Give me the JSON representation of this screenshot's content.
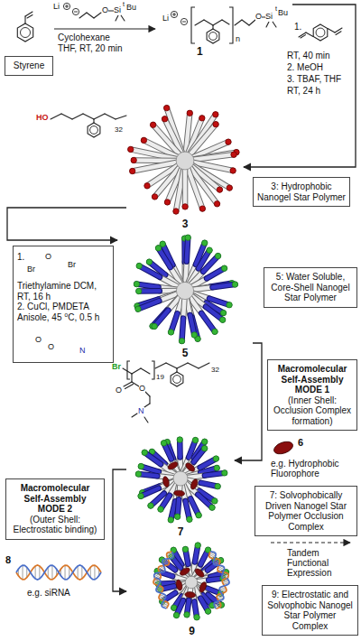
{
  "diagram": {
    "nodes": [
      {
        "text": [
          "Styrene"
        ]
      },
      {
        "text": [
          "1"
        ]
      },
      {
        "text": [
          "3"
        ]
      },
      {
        "text": [
          "3: Hydrophobic Nanogel Star Polymer"
        ]
      },
      {
        "text": [
          "1.",
          "Triethylamine DCM, RT, 16 h",
          "2. CuCl, PMDETA Anisole, 45 ⁰C, 0.5 h"
        ]
      },
      {
        "text": [
          "5"
        ]
      },
      {
        "text": [
          "5: Water Soluble, Core-Shell Nanogel Star Polymer"
        ]
      },
      {
        "text": [
          "Macromolecular Self-Assembly MODE 1",
          "(Inner Shell: Occlusion Complex formation)"
        ]
      },
      {
        "text": [
          "7"
        ]
      },
      {
        "text": [
          "7: Solvophobically Driven Nanogel Star Polymer Occlusion Complex"
        ]
      },
      {
        "text": [
          "Macromolecular Self-Assembly MODE 2",
          "(Outer Shell: Electrostatic binding)"
        ]
      },
      {
        "text": [
          "9"
        ]
      },
      {
        "text": [
          "9: Electrostatic and Solvophobic Nanogel Star Polymer Complex"
        ]
      }
    ],
    "edges": [
      {
        "from": 1,
        "to": 2,
        "arrow": "to"
      },
      {
        "from": 2,
        "to": 5,
        "arrow": "to"
      },
      {
        "from": 5,
        "to": 8,
        "arrow": "to"
      },
      {
        "from": 8,
        "to": 11,
        "arrow": "to"
      }
    ],
    "labels": [
      "Li",
      "O",
      "Si",
      "t",
      "Bu",
      "Cyclohexane",
      "THF, RT, 20 min",
      "Li",
      "n",
      "O",
      "Si",
      "t",
      "Bu",
      "1.",
      "RT, 40 min",
      "2. MeOH",
      "3. TBAF, THF",
      "RT, 24 h",
      "HO",
      "32",
      "Br",
      "O",
      "Br",
      "O",
      "O",
      "N",
      "Br",
      "19",
      "O",
      "O",
      "N",
      "32",
      "6",
      "e.g. Hydrophobic Fluorophore",
      "8",
      "e.g. siRNA",
      "Tandem Functional Expression"
    ]
  }
}
